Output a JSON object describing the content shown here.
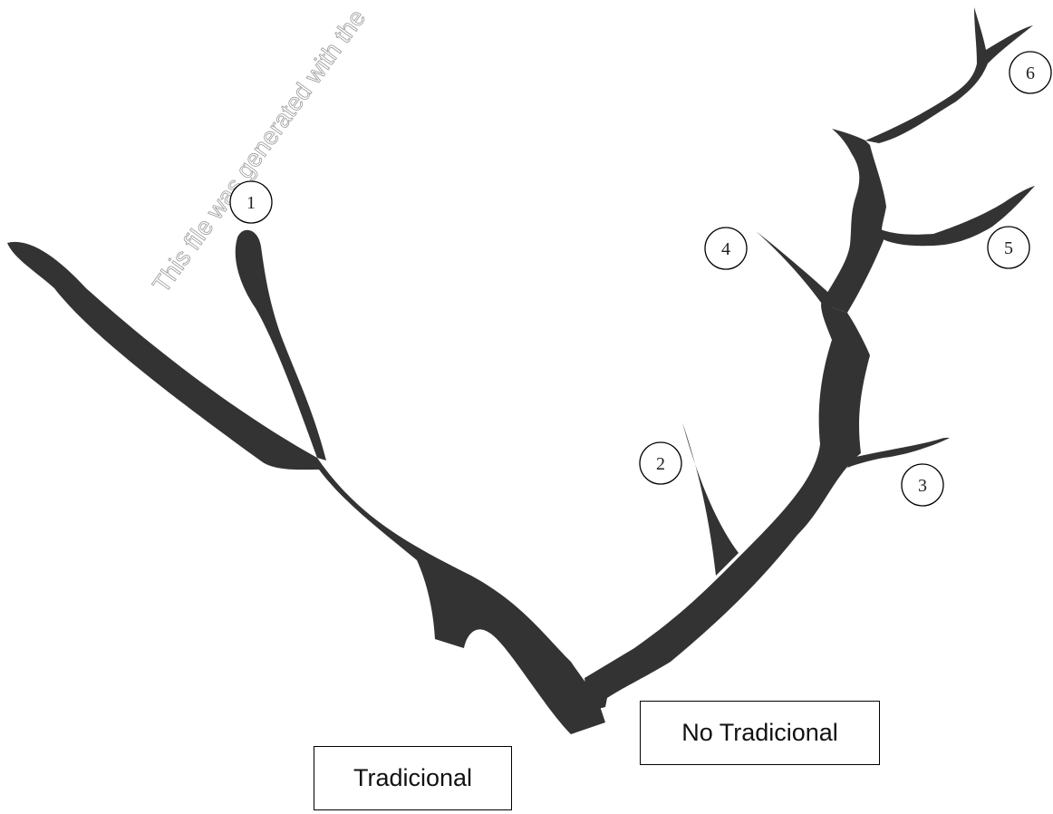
{
  "watermark": "This file was generated with the",
  "labels": {
    "traditional": "Tradicional",
    "non_traditional": "No Tradicional"
  },
  "markers": [
    "1",
    "2",
    "3",
    "4",
    "5",
    "6"
  ],
  "colors": {
    "branch": "#333333",
    "outline": "#000000",
    "background": "#ffffff"
  }
}
